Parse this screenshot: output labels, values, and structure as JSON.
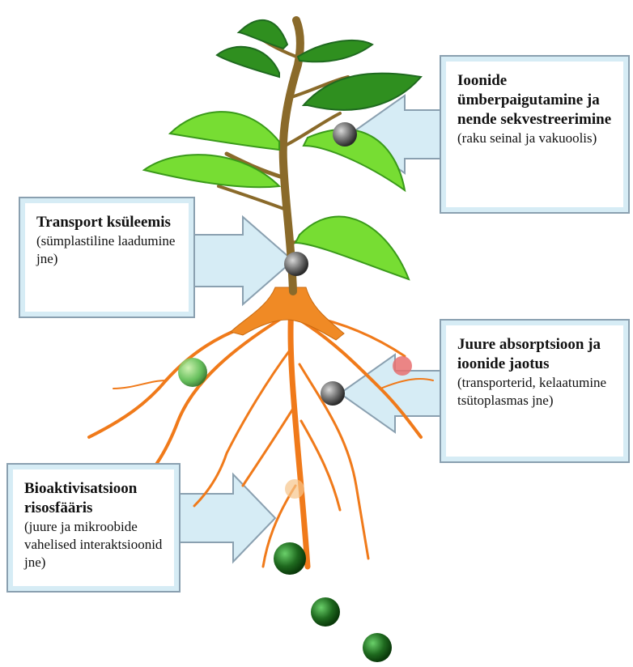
{
  "callouts": [
    {
      "title": "Ioonide ümberpaigutamine ja nende sekvestreerimine",
      "desc": "(raku seinal ja vakuoolis)"
    },
    {
      "title": "Transport ksüleemis",
      "desc": "(sümplastiline laadumine jne)"
    },
    {
      "title": "Juure absorptsioon ja ioonide jaotus",
      "desc": "(transporterid, kelaatumine tsütoplasmas jne)"
    },
    {
      "title": "Bioaktivisatsioon risosfääris",
      "desc": "(juure ja mikroobide vahelised interaktsioonid jne)"
    }
  ],
  "colors": {
    "leaf_light": "#77dd33",
    "leaf_dark": "#2f8f1f",
    "stem": "#8a6a2a",
    "root": "#f07a1a",
    "callout_fill": "#d6ecf5",
    "callout_border": "#8aa0b0",
    "ion_grey": "#6d6d6d",
    "ion_dark_green": "#1f6a1f"
  }
}
